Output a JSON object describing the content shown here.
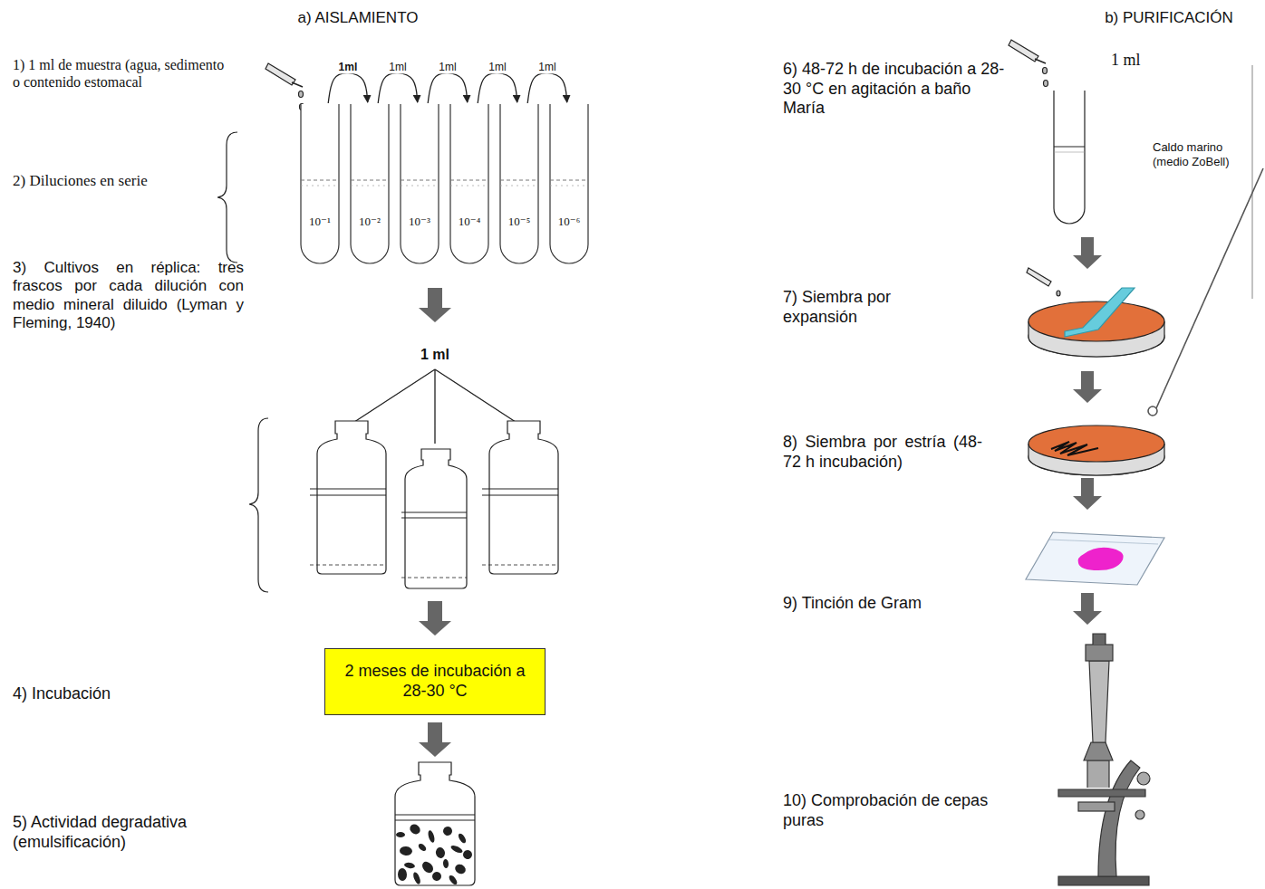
{
  "diagram": {
    "nodes": [
      {
        "text": [
          "10⁻¹"
        ]
      },
      {
        "text": [
          "10⁻²"
        ]
      },
      {
        "text": [
          "10⁻³"
        ]
      },
      {
        "text": [
          "10⁻⁴"
        ]
      },
      {
        "text": [
          "10⁻⁵"
        ]
      },
      {
        "text": [
          "10⁻⁶"
        ]
      },
      {
        "text": [
          "2 meses de incubación a 28-30 °C"
        ]
      }
    ],
    "edges": [
      {
        "from": 0,
        "to": 1,
        "label": "1ml",
        "arrow": "to"
      },
      {
        "from": 1,
        "to": 2,
        "label": "1ml",
        "arrow": "to"
      },
      {
        "from": 2,
        "to": 3,
        "label": "1ml",
        "arrow": "to"
      },
      {
        "from": 3,
        "to": 4,
        "label": "1ml",
        "arrow": "to"
      },
      {
        "from": 4,
        "to": 5,
        "label": "1ml",
        "arrow": "to"
      }
    ],
    "labels": [
      "a) AISLAMIENTO",
      "b) PURIFICACIÓN",
      "1) 1 ml de muestra (agua, sedimento o contenido estomacal",
      "2) Diluciones en serie",
      "3) Cultivos en réplica: tres frascos por cada dilución con medio mineral diluido (Lyman y Fleming, 1940)",
      "1 ml",
      "4) Incubación",
      "5) Actividad degradativa (emulsificación)",
      "6) 48-72 h de incubación a 28-30 °C en agitación a baño María",
      "1 ml",
      "Caldo marino (medio ZoBell)",
      "7) Siembra por expansión",
      "8) Siembra por estría (48-72 h incubación)",
      "9) Tinción de Gram",
      "10) Comprobación de cepas puras"
    ]
  }
}
